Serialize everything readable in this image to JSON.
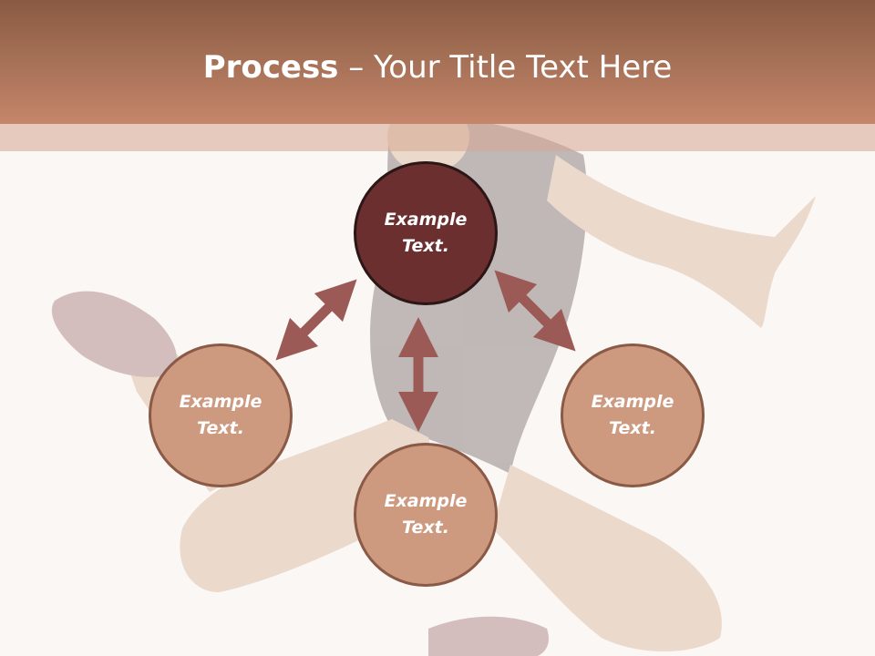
{
  "header": {
    "title_bold": "Process",
    "title_rest": " – Your Title Text Here"
  },
  "colors": {
    "header": "#a36f55",
    "primary_circle": "#6b2f30",
    "secondary_circle": "#cd9a80",
    "arrow": "#9b5a55",
    "background": "#fbf7f4"
  },
  "diagram": {
    "center": {
      "label": "Example Text."
    },
    "left": {
      "label": "Example Text."
    },
    "right": {
      "label": "Example Text."
    },
    "bottom": {
      "label": "Example Text."
    }
  },
  "background_image": "faded dancer photo"
}
